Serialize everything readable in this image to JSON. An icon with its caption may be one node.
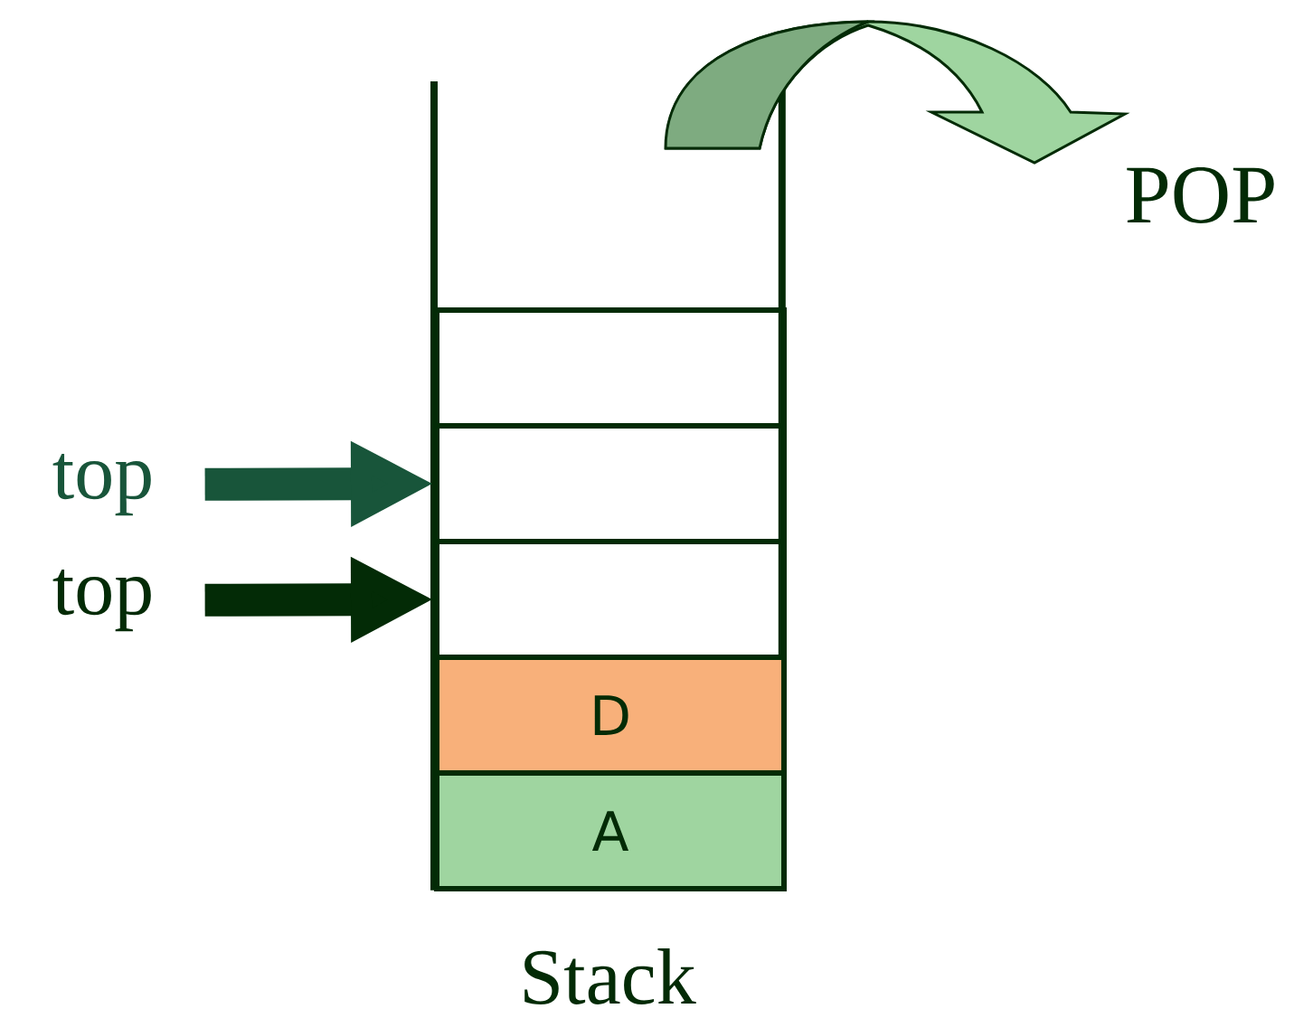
{
  "diagram": {
    "nodes": [
      {
        "text": [
          "Stack"
        ]
      },
      {
        "text": [],
        "shape": "box",
        "in": 0
      },
      {
        "text": [],
        "shape": "box",
        "in": 0
      },
      {
        "text": [],
        "shape": "box",
        "in": 0
      },
      {
        "text": [
          "D"
        ],
        "in": 0
      },
      {
        "text": [
          "A"
        ],
        "in": 0
      },
      {
        "text": [
          "top"
        ]
      },
      {
        "text": [
          "top"
        ]
      }
    ],
    "edges": [
      {
        "from": 6,
        "to": 2,
        "arrow": "to",
        "color": "#18553a"
      },
      {
        "from": 7,
        "to": 3,
        "arrow": "to"
      },
      {
        "from": 0,
        "to": null,
        "arrow": "to",
        "label": "POP",
        "color": "#9fd5a0"
      }
    ]
  }
}
